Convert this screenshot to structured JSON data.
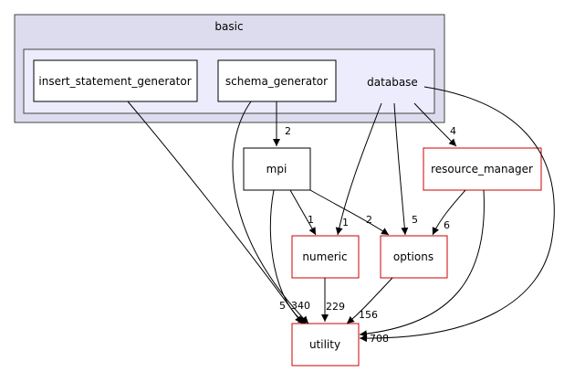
{
  "clusters": {
    "outer_label": "basic",
    "inner_label": "database"
  },
  "nodes": {
    "insert_statement_generator": "insert_statement_generator",
    "schema_generator": "schema_generator",
    "mpi": "mpi",
    "resource_manager": "resource_manager",
    "numeric": "numeric",
    "options": "options",
    "utility": "utility"
  },
  "edge_labels": {
    "schema_to_mpi": "2",
    "db_to_resource_manager": "4",
    "db_to_numeric": "1",
    "db_to_options": "5",
    "mpi_to_numeric": "1",
    "mpi_to_options": "2",
    "resource_manager_to_options": "6",
    "numeric_to_utility": "229",
    "options_to_utility": "156",
    "into_utility_left_a": "5",
    "into_utility_left_b": "340",
    "into_utility_right": "708"
  },
  "colors": {
    "cluster_outer_fill": "#dcdcee",
    "cluster_inner_fill": "#ececfc",
    "node_border": "#000000",
    "node_border_external": "#cc0000"
  }
}
